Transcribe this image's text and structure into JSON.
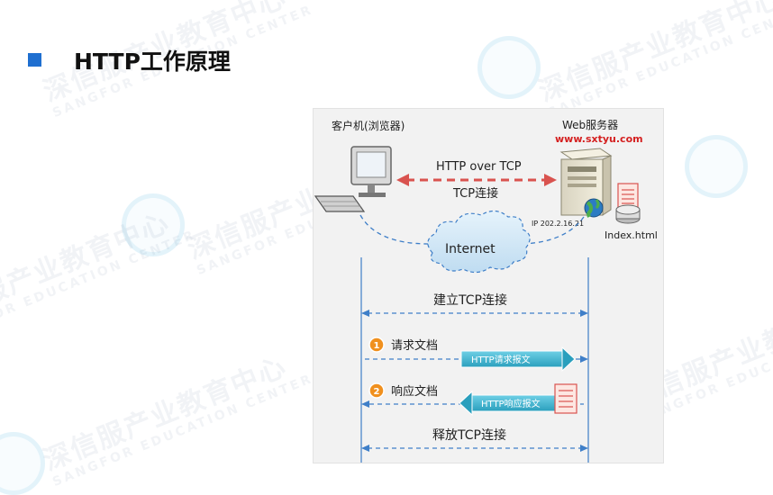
{
  "page": {
    "title": "HTTP工作原理"
  },
  "watermark": {
    "brand": "深信服产业教育中心",
    "brand_en": "SANGFOR EDUCATION CENTER"
  },
  "diagram": {
    "client_label": "客户机(浏览器)",
    "server_label": "Web服务器",
    "server_url": "www.sxtyu.com",
    "protocol_label": "HTTP over TCP",
    "tcp_label": "TCP连接",
    "ip_label": "IP 202.2.16.21",
    "file_label": "Index.html",
    "internet_label": "Internet",
    "establish_label": "建立TCP连接",
    "step1_num": "1",
    "step1_label": "请求文档",
    "request_arrow_label": "HTTP请求报文",
    "step2_num": "2",
    "step2_label": "响应文档",
    "response_arrow_label": "HTTP响应报文",
    "release_label": "释放TCP连接",
    "colors": {
      "dashed_red": "#d9534f",
      "dashed_blue": "#3f7fc8",
      "step_orange": "#f0901e",
      "arrow_teal": "#3db3cf",
      "server_url_red": "#d42020"
    }
  }
}
